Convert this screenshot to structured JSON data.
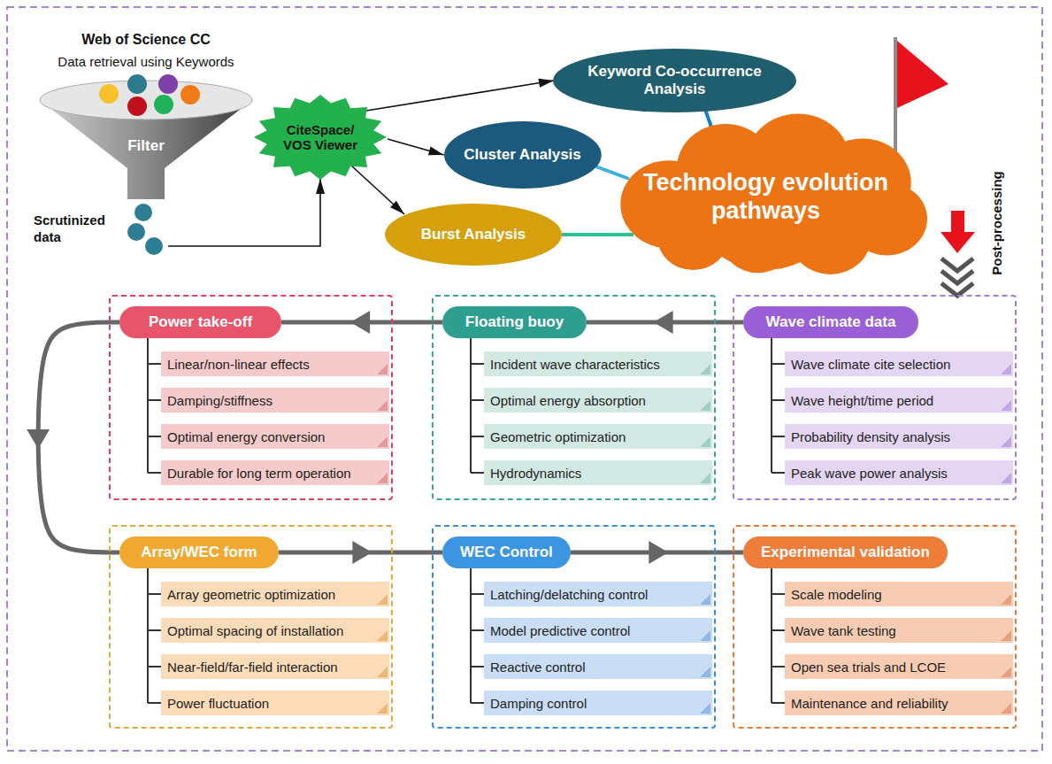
{
  "diagram": {
    "nodes": [
      {
        "text": [
          "Web of Science CC",
          "Data retrieval using Keywords",
          "Filter"
        ]
      },
      {
        "text": [
          "Scrutinized data"
        ]
      },
      {
        "text": [
          "CiteSpace/ VOS Viewer"
        ]
      },
      {
        "text": [
          "Keyword Co-occurrence Analysis"
        ]
      },
      {
        "text": [
          "Cluster Analysis"
        ]
      },
      {
        "text": [
          "Burst Analysis"
        ]
      },
      {
        "text": [
          "Technology evolution pathways"
        ]
      },
      {
        "text": [
          "Power take-off"
        ]
      },
      {
        "text": [
          "Linear/non-linear effects"
        ],
        "in": 7
      },
      {
        "text": [
          "Damping/stiffness"
        ],
        "in": 7
      },
      {
        "text": [
          "Optimal energy conversion"
        ],
        "in": 7
      },
      {
        "text": [
          "Durable for long term operation"
        ],
        "in": 7
      },
      {
        "text": [
          "Floating buoy"
        ]
      },
      {
        "text": [
          "Incident wave characteristics"
        ],
        "in": 12
      },
      {
        "text": [
          "Optimal energy absorption"
        ],
        "in": 12
      },
      {
        "text": [
          "Geometric optimization"
        ],
        "in": 12
      },
      {
        "text": [
          "Hydrodynamics"
        ],
        "in": 12
      },
      {
        "text": [
          "Wave climate data"
        ]
      },
      {
        "text": [
          "Wave climate cite selection"
        ],
        "in": 17
      },
      {
        "text": [
          "Wave height/time period"
        ],
        "in": 17
      },
      {
        "text": [
          "Probability density analysis"
        ],
        "in": 17
      },
      {
        "text": [
          "Peak wave power analysis"
        ],
        "in": 17
      },
      {
        "text": [
          "Array/WEC form"
        ]
      },
      {
        "text": [
          "Array geometric optimization"
        ],
        "in": 22
      },
      {
        "text": [
          "Optimal spacing of installation"
        ],
        "in": 22
      },
      {
        "text": [
          "Near-field/far-field interaction"
        ],
        "in": 22
      },
      {
        "text": [
          "Power fluctuation"
        ],
        "in": 22
      },
      {
        "text": [
          "WEC Control"
        ]
      },
      {
        "text": [
          "Latching/delatching control"
        ],
        "in": 27
      },
      {
        "text": [
          "Model predictive control"
        ],
        "in": 27
      },
      {
        "text": [
          "Reactive control"
        ],
        "in": 27
      },
      {
        "text": [
          "Damping control"
        ],
        "in": 27
      },
      {
        "text": [
          "Experimental validation"
        ]
      },
      {
        "text": [
          "Scale modeling"
        ],
        "in": 32
      },
      {
        "text": [
          "Wave tank testing"
        ],
        "in": 32
      },
      {
        "text": [
          "Open sea trials and LCOE"
        ],
        "in": 32
      },
      {
        "text": [
          "Maintenance and reliability"
        ],
        "in": 32
      }
    ],
    "edges": [
      {
        "from": 1,
        "to": 2,
        "arrow": "to"
      },
      {
        "from": 2,
        "to": 3,
        "arrow": "to"
      },
      {
        "from": 2,
        "to": 4,
        "arrow": "to"
      },
      {
        "from": 2,
        "to": 5,
        "arrow": "to"
      },
      {
        "from": 3,
        "to": 6,
        "arrow": "none"
      },
      {
        "from": 4,
        "to": 6,
        "arrow": "none"
      },
      {
        "from": 5,
        "to": 6,
        "arrow": "none"
      },
      {
        "from": 17,
        "to": 12,
        "arrow": "to"
      },
      {
        "from": 12,
        "to": 7,
        "arrow": "to"
      },
      {
        "from": 7,
        "to": 22,
        "arrow": "to"
      },
      {
        "from": 22,
        "to": 27,
        "arrow": "to"
      },
      {
        "from": 27,
        "to": 32,
        "arrow": "to"
      }
    ],
    "labels": [
      "Post-processing"
    ]
  }
}
